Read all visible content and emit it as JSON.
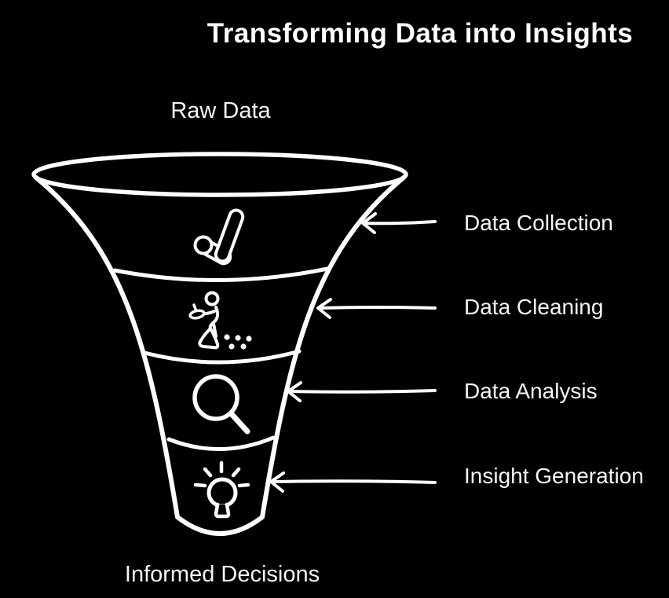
{
  "title": "Transforming Data into Insights",
  "colors": {
    "background": "#000000",
    "line": "#ffffff",
    "text": "#fafafa"
  },
  "funnel": {
    "top_label": "Raw Data",
    "bottom_label": "Informed Decisions",
    "stages": [
      {
        "label": "Data Collection",
        "icon": "data-collection-icon"
      },
      {
        "label": "Data Cleaning",
        "icon": "sweeping-person-icon"
      },
      {
        "label": "Data Analysis",
        "icon": "magnifying-glass-icon"
      },
      {
        "label": "Insight Generation",
        "icon": "lightbulb-icon"
      }
    ]
  }
}
